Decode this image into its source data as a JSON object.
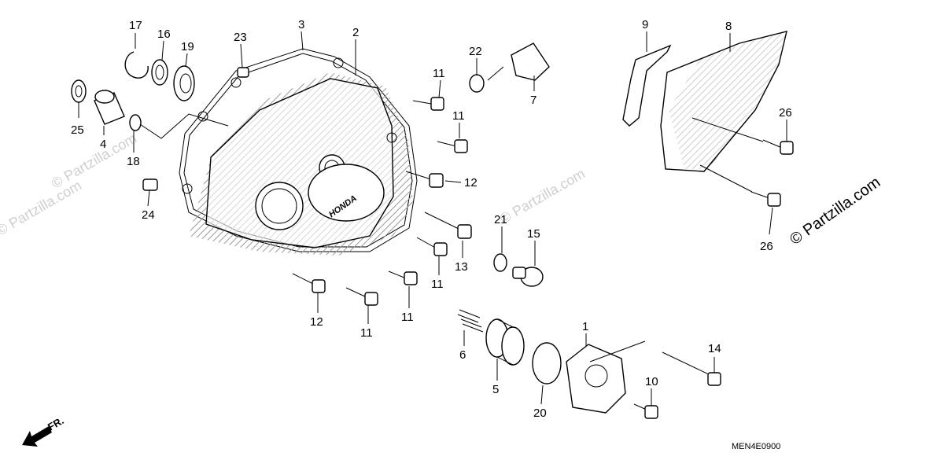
{
  "diagram_code": "MEN4E0900",
  "copyright": "© Partzilla.com",
  "watermark": "© Partzilla.com",
  "front_marker": "FR.",
  "brand_logo": "HONDA",
  "part_numbers": [
    "1",
    "2",
    "3",
    "4",
    "5",
    "6",
    "7",
    "8",
    "9",
    "10",
    "11",
    "12",
    "13",
    "14",
    "15",
    "16",
    "17",
    "18",
    "19",
    "20",
    "21",
    "22",
    "23",
    "24",
    "25",
    "26"
  ]
}
